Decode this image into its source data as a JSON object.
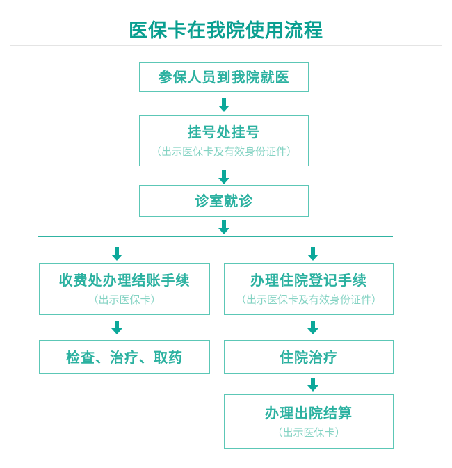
{
  "page": {
    "title": "医保卡在我院使用流程"
  },
  "colors": {
    "title_teal": "#0a9f90",
    "box_border_teal": "#5cc7b6",
    "main_text_teal": "#2bb1a0",
    "note_text_teal": "#84d3c3",
    "arrow_teal": "#0ca89a",
    "branch_line_teal": "#30b3a2",
    "divider_gray": "#e4e4e4"
  },
  "icons": {
    "down_arrow": "down-arrow-icon"
  },
  "flow": {
    "main_steps": [
      {
        "label": "参保人员到我院就医",
        "note": ""
      },
      {
        "label": "挂号处挂号",
        "note": "（出示医保卡及有效身份证件）"
      },
      {
        "label": "诊室就诊",
        "note": ""
      }
    ],
    "left_branch": [
      {
        "label": "收费处办理结账手续",
        "note": "（出示医保卡）"
      },
      {
        "label": "检查、治疗、取药",
        "note": ""
      }
    ],
    "right_branch": [
      {
        "label": "办理住院登记手续",
        "note": "（出示医保卡及有效身份证件）"
      },
      {
        "label": "住院治疗",
        "note": ""
      },
      {
        "label": "办理出院结算",
        "note": "（出示医保卡）"
      }
    ]
  }
}
